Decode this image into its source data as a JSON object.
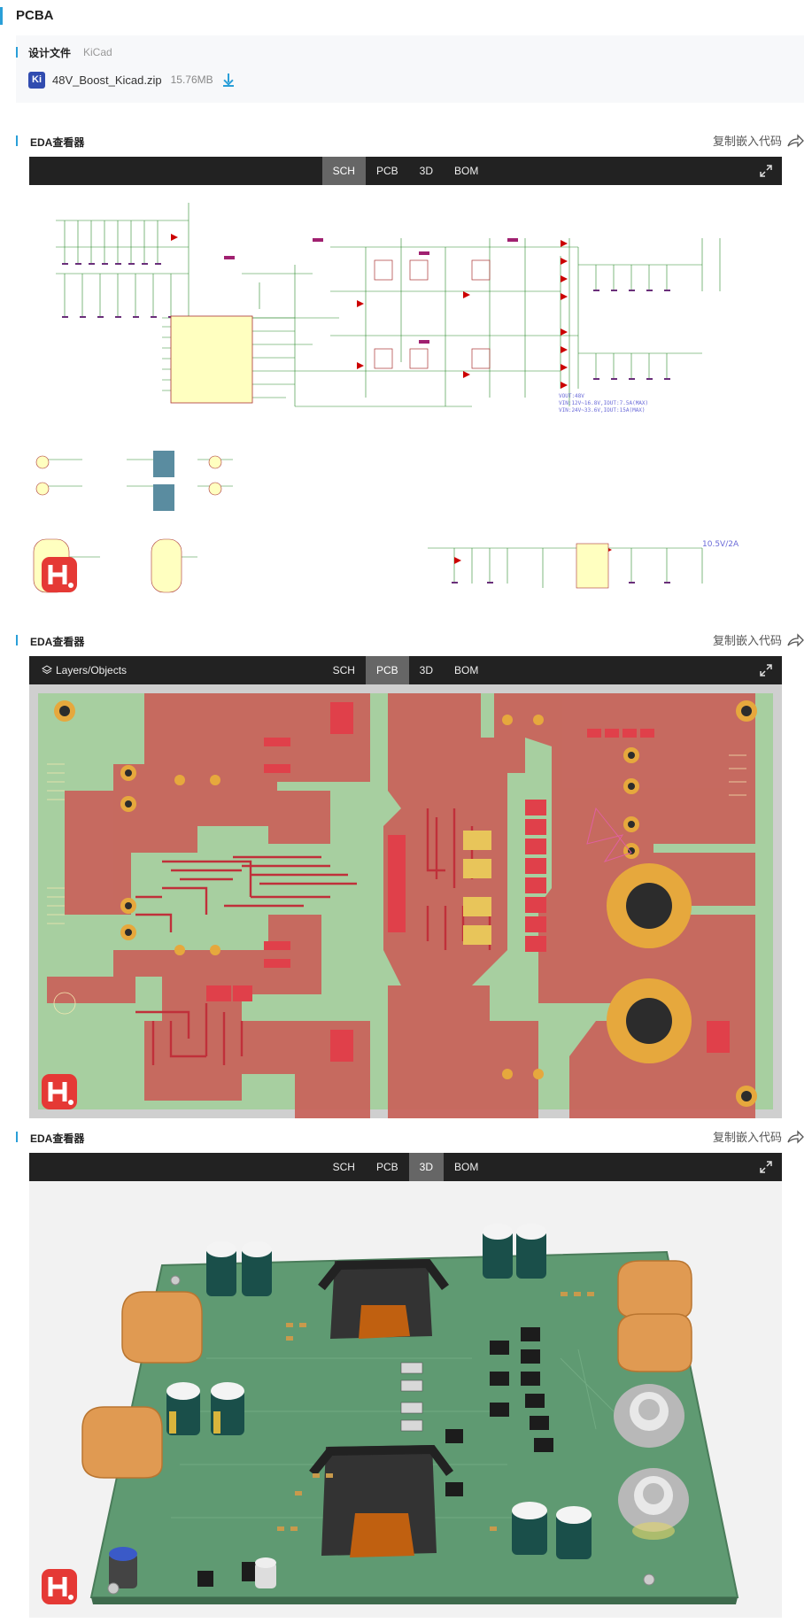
{
  "header": {
    "title": "PCBA"
  },
  "design_files": {
    "label": "设计文件",
    "tool": "KiCad",
    "file": {
      "icon": "Ki",
      "name": "48V_Boost_Kicad.zip",
      "size": "15.76MB"
    }
  },
  "viewers": [
    {
      "title": "EDA查看器",
      "embed_label": "复制嵌入代码",
      "tabs": [
        "SCH",
        "PCB",
        "3D",
        "BOM"
      ],
      "active": "SCH",
      "schematic_notes": [
        "VOUT:48V",
        "VIN:12V~16.8V,IOUT:7.5A(MAX)",
        "VIN:24V~33.6V,IOUT:15A(MAX)",
        "10.5V/2A"
      ]
    },
    {
      "title": "EDA查看器",
      "embed_label": "复制嵌入代码",
      "layers_label": "Layers/Objects",
      "tabs": [
        "SCH",
        "PCB",
        "3D",
        "BOM"
      ],
      "active": "PCB"
    },
    {
      "title": "EDA查看器",
      "embed_label": "复制嵌入代码",
      "tabs": [
        "SCH",
        "PCB",
        "3D",
        "BOM"
      ],
      "active": "3D"
    }
  ],
  "colors": {
    "accent": "#2a9fd8",
    "toolbar": "#222222",
    "tab_active": "#666666",
    "ki_icon": "#314cb0",
    "logo": "#e53935"
  }
}
